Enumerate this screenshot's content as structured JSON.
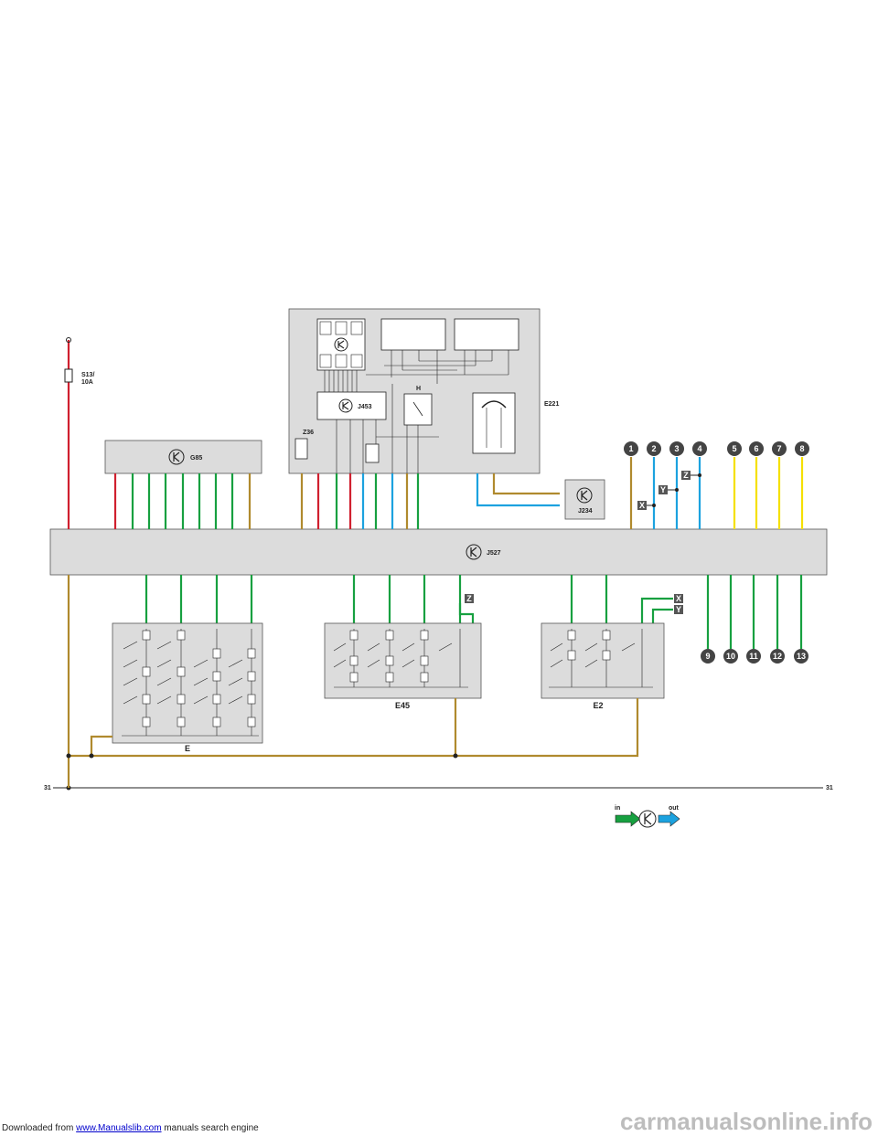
{
  "footer": {
    "prefix": "Downloaded from ",
    "link": "www.Manualslib.com",
    "suffix": "  manuals search engine"
  },
  "watermark": "carmanualsonline.info",
  "labels": {
    "fuse": "S13/",
    "fuse_rating": "10A",
    "g85": "G85",
    "j527": "J527",
    "j453": "J453",
    "j234": "J234",
    "e221": "E221",
    "z36": "Z36",
    "h": "H",
    "e": "E",
    "e45": "E45",
    "e2": "E2",
    "ground_left": "31",
    "ground_right": "31",
    "legend_in": "in",
    "legend_out": "out"
  },
  "connector_tags": [
    "X",
    "Y",
    "Z",
    "Z",
    "X",
    "Y"
  ],
  "connectors_top": [
    "1",
    "2",
    "3",
    "4",
    "5",
    "6",
    "7",
    "8"
  ],
  "connectors_bottom": [
    "9",
    "10",
    "11",
    "12",
    "13"
  ],
  "wire_colors": {
    "red": "#d0202f",
    "green": "#17a040",
    "blue": "#1ca2df",
    "brown": "#b08a2e",
    "yellow": "#f5e000",
    "grey": "#dcdcdc",
    "dark": "#222222"
  }
}
